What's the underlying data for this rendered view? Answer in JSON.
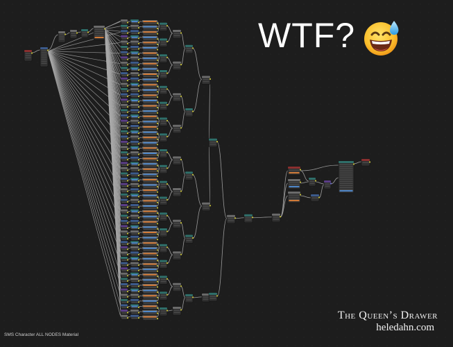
{
  "headline": "WTF?",
  "reaction_icon": "grinning-sweat-emoji",
  "footer_label": "SMS Character ALL NODES Material",
  "brand": {
    "name": "The Queen’s Drawer",
    "site": "heledahn.com"
  },
  "colors": {
    "background": "#1d1d1d",
    "node_body": "#303030",
    "node_border": "#141414",
    "wire": "#a9a9a9",
    "header_gray": "#6b6b6b",
    "header_teal": "#2f6f6a",
    "header_blue": "#3c5a8a",
    "header_red": "#8a2f2f",
    "header_purple": "#5a3d86",
    "socket_yellow": "#c8c23a",
    "socket_gray": "#8e8e8e",
    "socket_blue": "#6a6ad0",
    "input_orange": "#d07a38",
    "input_blue": "#4f87c9"
  }
}
